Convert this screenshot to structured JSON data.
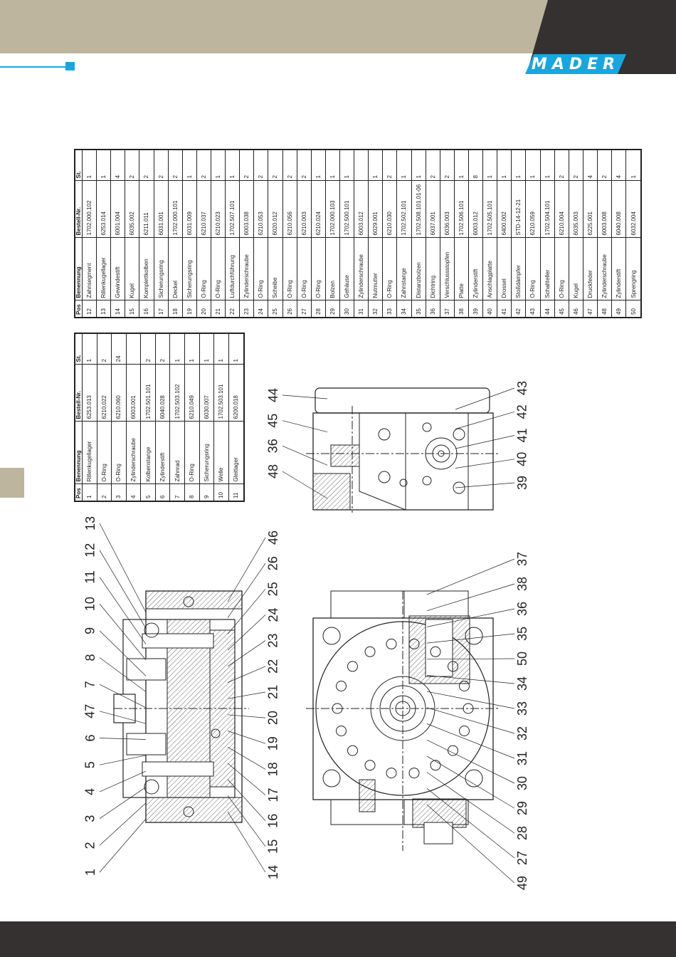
{
  "brand": {
    "logo_text": "MADER"
  },
  "colors": {
    "header_band": "#bdb59d",
    "header_dark": "#353131",
    "accent_blue": "#17a7e0",
    "footer": "#353131"
  },
  "parts_table_1": {
    "headers": {
      "pos": "Pos",
      "name": "Benennung",
      "order_no": "Bestell-Nr.",
      "qty": "St."
    },
    "rows": [
      {
        "pos": "1",
        "name": "Rillenkugellager",
        "order_no": "6253.013",
        "qty": "1"
      },
      {
        "pos": "2",
        "name": "O-Ring",
        "order_no": "6210.022",
        "qty": "2"
      },
      {
        "pos": "3",
        "name": "O-Ring",
        "order_no": "6210.060",
        "qty": "24"
      },
      {
        "pos": "4",
        "name": "Zylinderschraube",
        "order_no": "6003.001",
        "qty": ""
      },
      {
        "pos": "5",
        "name": "Kolbenstange",
        "order_no": "1702.501.101",
        "qty": "2"
      },
      {
        "pos": "6",
        "name": "Zylinderstift",
        "order_no": "6040.028",
        "qty": "2"
      },
      {
        "pos": "7",
        "name": "Zahnrad",
        "order_no": "1702.503.102",
        "qty": "1"
      },
      {
        "pos": "8",
        "name": "O-Ring",
        "order_no": "6210.049",
        "qty": "1"
      },
      {
        "pos": "9",
        "name": "Sicherungsring",
        "order_no": "6030.007",
        "qty": "1"
      },
      {
        "pos": "10",
        "name": "Welle",
        "order_no": "1702.503.101",
        "qty": "1"
      },
      {
        "pos": "11",
        "name": "Gleitlager",
        "order_no": "6200.018",
        "qty": "1"
      }
    ]
  },
  "parts_table_2": {
    "headers": {
      "pos": "Pos",
      "name": "Benennung",
      "order_no": "Bestell-Nr.",
      "qty": "St."
    },
    "rows": [
      {
        "pos": "12",
        "name": "Zahnsegment",
        "order_no": "1702.000.102",
        "qty": "1"
      },
      {
        "pos": "13",
        "name": "Rillenkugellager",
        "order_no": "6253.014",
        "qty": "1"
      },
      {
        "pos": "14",
        "name": "Gewindestift",
        "order_no": "6001.004",
        "qty": "4"
      },
      {
        "pos": "15",
        "name": "Kugel",
        "order_no": "6035.002",
        "qty": "2"
      },
      {
        "pos": "16",
        "name": "Komplettkolben",
        "order_no": "6211.011",
        "qty": "2"
      },
      {
        "pos": "17",
        "name": "Sicherungsring",
        "order_no": "6031.001",
        "qty": "2"
      },
      {
        "pos": "18",
        "name": "Deckel",
        "order_no": "1702.000.101",
        "qty": "2"
      },
      {
        "pos": "19",
        "name": "Sicherungsring",
        "order_no": "6031.009",
        "qty": "1"
      },
      {
        "pos": "20",
        "name": "O-Ring",
        "order_no": "6210.037",
        "qty": "2"
      },
      {
        "pos": "21",
        "name": "O-Ring",
        "order_no": "6210.023",
        "qty": "1"
      },
      {
        "pos": "22",
        "name": "Luftdurchführung",
        "order_no": "1702.507.101",
        "qty": "1"
      },
      {
        "pos": "23",
        "name": "Zylinderschraube",
        "order_no": "6003.038",
        "qty": "2"
      },
      {
        "pos": "24",
        "name": "O-Ring",
        "order_no": "6210.053",
        "qty": "2"
      },
      {
        "pos": "25",
        "name": "Scheibe",
        "order_no": "6020.012",
        "qty": "2"
      },
      {
        "pos": "26",
        "name": "O-Ring",
        "order_no": "6210.056",
        "qty": "2"
      },
      {
        "pos": "27",
        "name": "O-Ring",
        "order_no": "6210.003",
        "qty": "2"
      },
      {
        "pos": "28",
        "name": "O-Ring",
        "order_no": "6210.024",
        "qty": "1"
      },
      {
        "pos": "29",
        "name": "Bolzen",
        "order_no": "1702.000.103",
        "qty": "1"
      },
      {
        "pos": "30",
        "name": "Gehäuse",
        "order_no": "1702.500.101",
        "qty": "1"
      },
      {
        "pos": "31",
        "name": "Zylinderschraube",
        "order_no": "6003.012",
        "qty": ""
      },
      {
        "pos": "32",
        "name": "Nutmutter",
        "order_no": "6029.001",
        "qty": "1"
      },
      {
        "pos": "33",
        "name": "O-Ring",
        "order_no": "6210.030",
        "qty": "2"
      },
      {
        "pos": "34",
        "name": "Zahnstange",
        "order_no": "1702.502.101",
        "qty": "1"
      },
      {
        "pos": "35",
        "name": "Distanzbolzen",
        "order_no": "1702.508.101.01-06",
        "qty": "1"
      },
      {
        "pos": "36",
        "name": "Dichtring",
        "order_no": "6037.001",
        "qty": "2"
      },
      {
        "pos": "37",
        "name": "Verschlussstopfen",
        "order_no": "6036.003",
        "qty": "2"
      },
      {
        "pos": "38",
        "name": "Platte",
        "order_no": "1702.506.101",
        "qty": "1"
      },
      {
        "pos": "39",
        "name": "Zylinderstift",
        "order_no": "6003.012",
        "qty": "8"
      },
      {
        "pos": "40",
        "name": "Anschlagplatte",
        "order_no": "1702.505.101",
        "qty": "1"
      },
      {
        "pos": "41",
        "name": "Drossel",
        "order_no": "6400.002",
        "qty": "1"
      },
      {
        "pos": "42",
        "name": "Stoßdämpfer",
        "order_no": "STD-14-12-21",
        "qty": "1"
      },
      {
        "pos": "43",
        "name": "O-Ring",
        "order_no": "6210.059",
        "qty": "1"
      },
      {
        "pos": "44",
        "name": "Schaltteller",
        "order_no": "1702.504.101",
        "qty": "1"
      },
      {
        "pos": "45",
        "name": "O-Ring",
        "order_no": "6210.004",
        "qty": "2"
      },
      {
        "pos": "46",
        "name": "Kugel",
        "order_no": "6035.003",
        "qty": "2"
      },
      {
        "pos": "47",
        "name": "Druckfeder",
        "order_no": "6225.001",
        "qty": "4"
      },
      {
        "pos": "48",
        "name": "Zylinderschraube",
        "order_no": "6003.008",
        "qty": "2"
      },
      {
        "pos": "49",
        "name": "Zylinderstift",
        "order_no": "6040.008",
        "qty": "4"
      },
      {
        "pos": "50",
        "name": "Sprengring",
        "order_no": "6032.004",
        "qty": "1"
      }
    ]
  },
  "drawing": {
    "callouts_left_section": [
      "1",
      "2",
      "3",
      "4",
      "5",
      "6",
      "47",
      "7",
      "8",
      "9",
      "10",
      "11",
      "12",
      "13"
    ],
    "callouts_section_bottom": [
      "14",
      "15",
      "16",
      "17",
      "18",
      "19",
      "20",
      "21",
      "22",
      "23",
      "24",
      "25",
      "26",
      "46"
    ],
    "callouts_side_view_top": [
      "48",
      "36",
      "45",
      "44"
    ],
    "callouts_side_view_bottom": [
      "39",
      "40",
      "41",
      "42",
      "43"
    ],
    "callouts_top_view_bottom": [
      "49",
      "27",
      "28",
      "29",
      "30",
      "31",
      "32",
      "33",
      "34",
      "50",
      "35",
      "36",
      "38",
      "37"
    ]
  }
}
